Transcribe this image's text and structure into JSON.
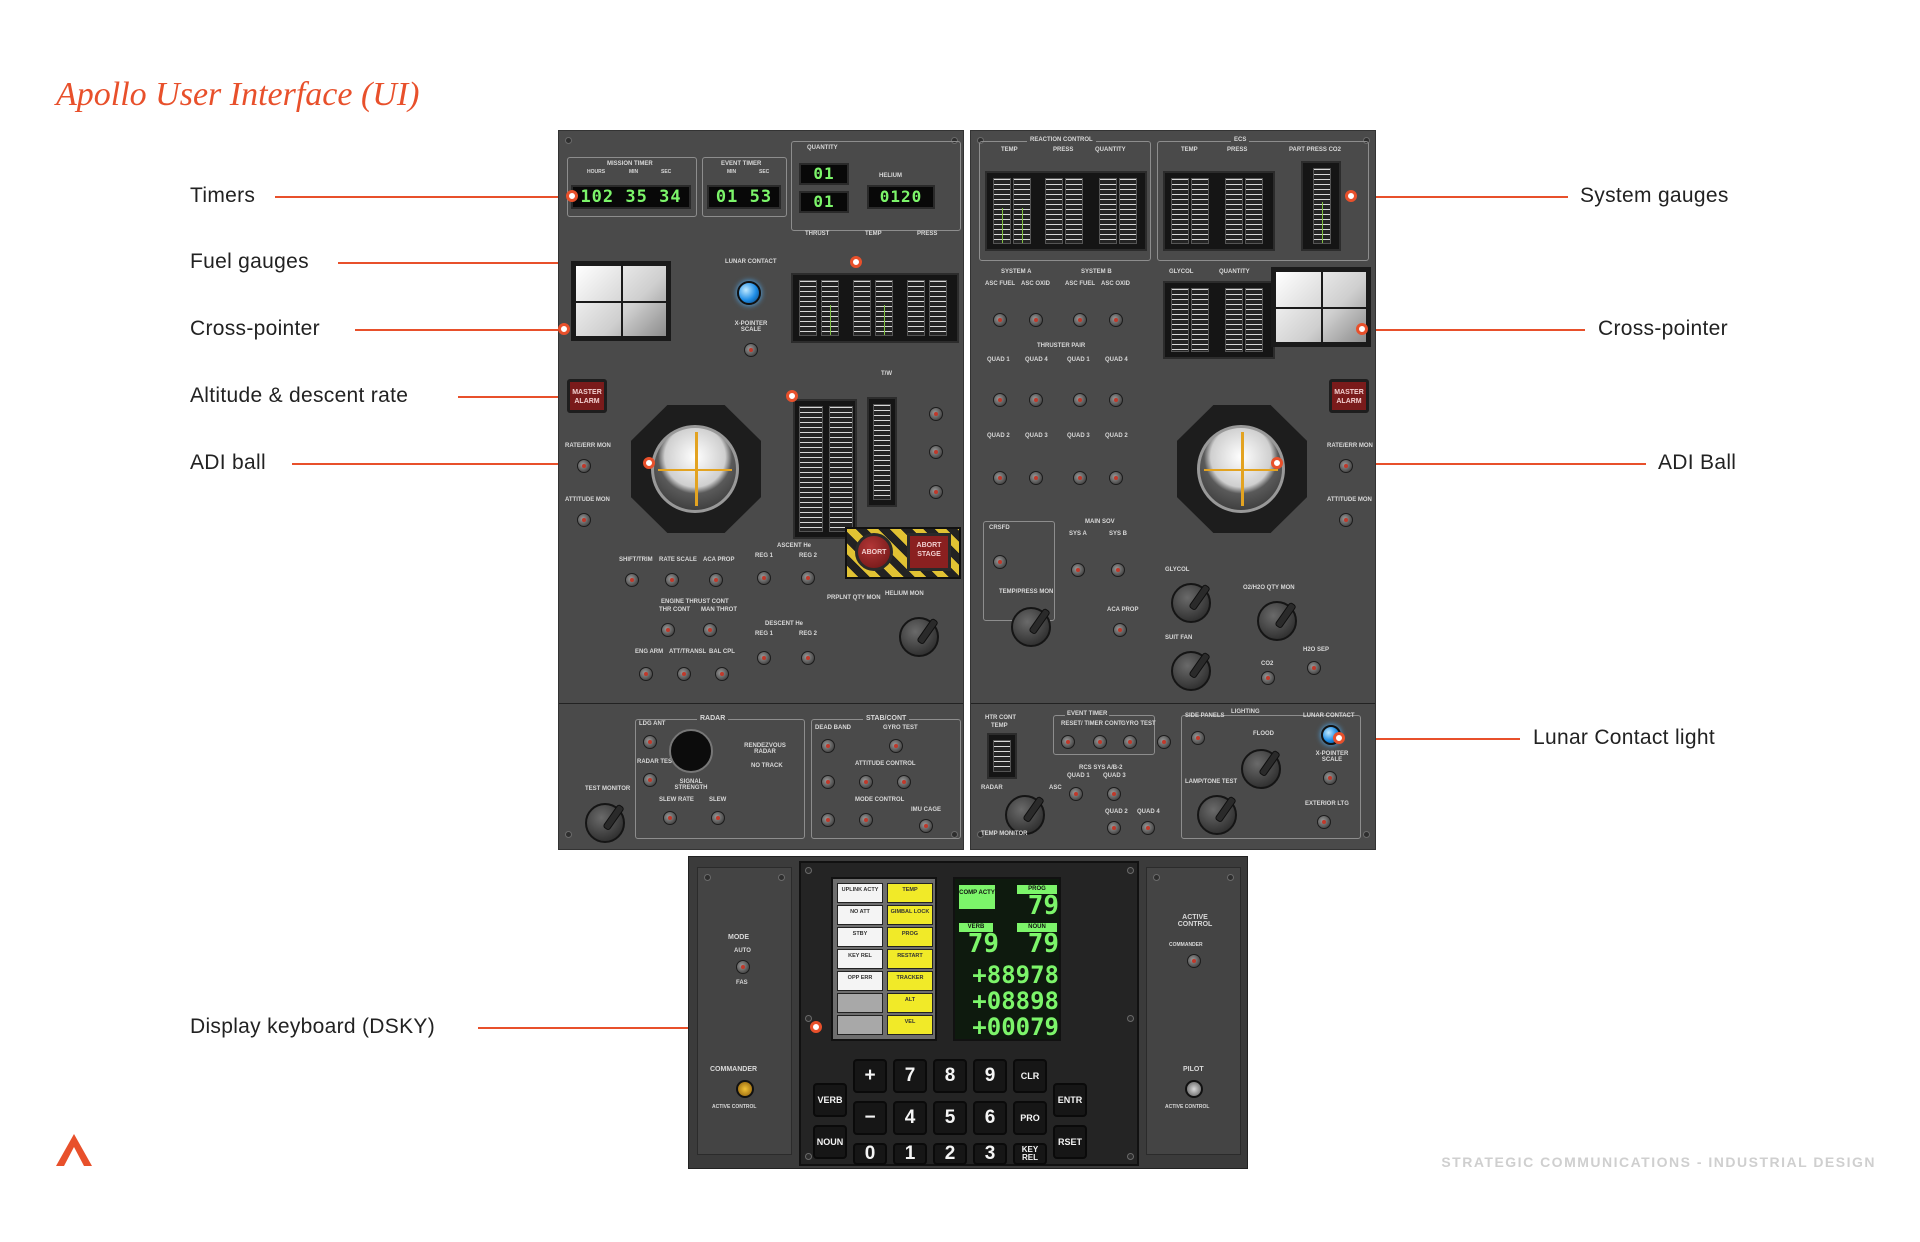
{
  "slide": {
    "title": "Apollo User Interface (UI)",
    "footer": "STRATEGIC COMMUNICATIONS - INDUSTRIAL DESIGN",
    "accent_color": "#e8502b"
  },
  "callouts": {
    "timers": "Timers",
    "fuel_gauges": "Fuel gauges",
    "cross_pointer_left": "Cross-pointer",
    "altitude": "Altitude & descent rate",
    "adi_left": "ADI ball",
    "dsky": "Display keyboard (DSKY)",
    "system_gauges": "System gauges",
    "cross_pointer_right": "Cross-pointer",
    "adi_right": "ADI Ball",
    "lunar_contact": "Lunar Contact light"
  },
  "left_panel": {
    "mission_timer_label": "MISSION TIMER",
    "mission_timer_units": [
      "HOURS",
      "MIN",
      "SEC"
    ],
    "mission_timer_value": "102 35 34",
    "event_timer_label": "EVENT TIMER",
    "event_timer_units": [
      "MIN",
      "SEC"
    ],
    "event_timer_value": "01 53",
    "quantity_label": "QUANTITY",
    "quantity_values": [
      "01",
      "01"
    ],
    "helium_label": "HELIUM",
    "helium_value": "0120",
    "gauge_headers": [
      "THRUST",
      "TEMP",
      "PRESS"
    ],
    "lunar_contact_label": "LUNAR CONTACT",
    "x_pointer_label": "X-POINTER SCALE",
    "tw_label": "T/W",
    "master_alarm": "MASTER ALARM",
    "rate_err_label": "RATE/ERR MON",
    "attitude_mon_label": "ATTITUDE MON",
    "shift_trim": "SHIFT/TRIM",
    "rate_scale": "RATE SCALE",
    "aca_prop": "ACA PROP",
    "ascent_he": "ASCENT He",
    "reg_labels": [
      "REG 1",
      "REG 2"
    ],
    "engine_thrust_cont": "ENGINE THRUST CONT",
    "thr_cont": "THR CONT",
    "man_thrt": "MAN THROT",
    "eng_arm": "ENG ARM",
    "att_transl": "ATT/TRANSL",
    "bal_cpl": "BAL CPL",
    "descent_he": "DESCENT He",
    "prpmt_qty_mon": "PRPLNT QTY MON",
    "helium_mon": "HELIUM MON",
    "abort": "ABORT",
    "abort_stage": "ABORT STAGE",
    "slew_label": "SLEW",
    "radar_label": "RADAR",
    "ldg_ant": "LDG ANT",
    "radar_test": "RADAR TEST",
    "signal_strength": "SIGNAL STRENGTH",
    "rendezvous_radar": "RENDEZVOUS RADAR",
    "no_track": "NO TRACK",
    "test_monitor": "TEST MONITOR",
    "slew_rate": "SLEW RATE",
    "slew2": "SLEW",
    "stab_cont": "STAB/CONT",
    "dead_band": "DEAD BAND",
    "gyro_test": "GYRO TEST",
    "attitude_control": "ATTITUDE CONTROL",
    "mode_control": "MODE CONTROL",
    "imu_cage": "IMU CAGE"
  },
  "right_panel": {
    "reaction_control": "REACTION CONTROL",
    "rc_headers": [
      "TEMP",
      "PRESS",
      "QUANTITY"
    ],
    "ecs": "ECS",
    "ecs_headers": [
      "TEMP",
      "PRESS",
      "PART PRESS CO2"
    ],
    "system_a": "SYSTEM A",
    "system_b": "SYSTEM B",
    "asc_labels": [
      "ASC FUEL",
      "ASC OXID",
      "ASC FUEL",
      "ASC OXID"
    ],
    "thruster_pair": "THRUSTER PAIR",
    "quad_top": [
      "QUAD 1",
      "QUAD 4",
      "QUAD 1",
      "QUAD 4"
    ],
    "quad_bottom": [
      "QUAD 2",
      "QUAD 3",
      "QUAD 3",
      "QUAD 2"
    ],
    "glycol": "GLYCOL",
    "quantity": "QUANTITY",
    "master_alarm": "MASTER ALARM",
    "rate_err_label": "RATE/ERR MON",
    "attitude_mon_label": "ATTITUDE MON",
    "crsfd": "CRSFD",
    "main_sov": "MAIN SOV",
    "sys_labels": [
      "SYS A",
      "SYS B"
    ],
    "temp_press_mon": "TEMP/PRESS MON",
    "aca_prop": "ACA PROP",
    "glycol2": "GLYCOL",
    "o2_h2o": "O2/H2O QTY MON",
    "suit_fan": "SUIT FAN",
    "h2o_sep": "H2O SEP",
    "co2": "CO2",
    "htr_cont": "HTR CONT",
    "temp": "TEMP",
    "event_timer": "EVENT TIMER",
    "reset_timer_cont": "RESET/ TIMER CONT",
    "gyro_test": "GYRO TEST",
    "side_panels": "SIDE PANELS",
    "lighting": "LIGHTING",
    "flood": "FLOOD",
    "lunar_contact": "LUNAR CONTACT",
    "x_pointer_scale": "X-POINTER SCALE",
    "rcs_sys": "RCS SYS A/B-2",
    "quad_labels": [
      "QUAD 1",
      "QUAD 2",
      "QUAD 3",
      "QUAD 4"
    ],
    "lamp_tone_test": "LAMP/TONE TEST",
    "exterior_ltg": "EXTERIOR LTG",
    "radar": "RADAR",
    "asc": "ASC",
    "temp_monitor": "TEMP MONITOR"
  },
  "dsky": {
    "mode_label": "MODE",
    "mode_options": [
      "AUTO",
      "FAS"
    ],
    "commander_label": "COMMANDER",
    "commander_sub": "ACTIVE CONTROL",
    "active_control_label": "ACTIVE CONTROL",
    "active_control_sub": "COMMANDER",
    "pilot_label": "PILOT",
    "pilot_sub": "ACTIVE CONTROL",
    "status_left": [
      "UPLINK ACTY",
      "NO ATT",
      "STBY",
      "KEY REL",
      "OPP ERR",
      "",
      ""
    ],
    "status_right": [
      "TEMP",
      "GIMBAL LOCK",
      "PROG",
      "RESTART",
      "TRACKER",
      "ALT",
      "VEL"
    ],
    "comp_acty": "COMP ACTY",
    "prog_label": "PROG",
    "prog_value": "79",
    "verb_label": "VERB",
    "verb_value": "79",
    "noun_label": "NOUN",
    "noun_value": "79",
    "registers": [
      "+88978",
      "+08898",
      "+00079"
    ],
    "keys": {
      "verb": "VERB",
      "noun": "NOUN",
      "plus": "+",
      "minus": "−",
      "n0": "0",
      "n1": "1",
      "n2": "2",
      "n3": "3",
      "n4": "4",
      "n5": "5",
      "n6": "6",
      "n7": "7",
      "n8": "8",
      "n9": "9",
      "clr": "CLR",
      "pro": "PRO",
      "key_rel": "KEY REL",
      "entr": "ENTR",
      "rset": "RSET"
    }
  }
}
